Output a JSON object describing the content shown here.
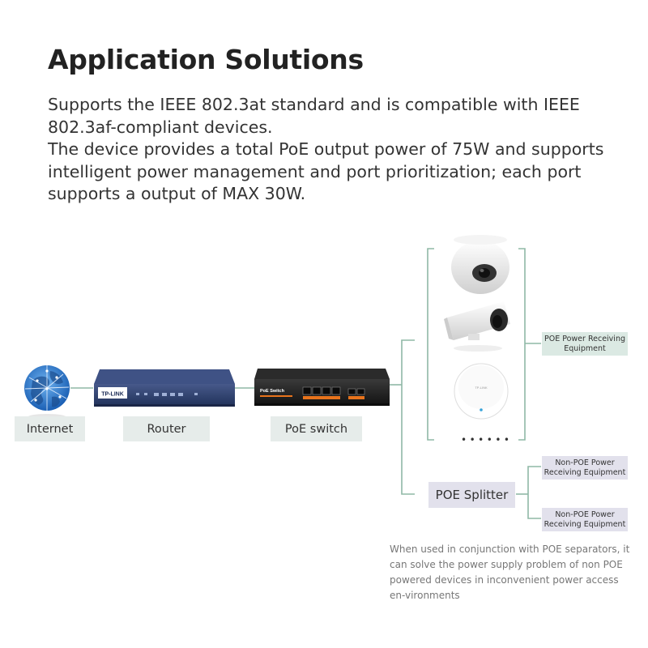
{
  "title": "Application Solutions",
  "description": [
    "Supports the IEEE 802.3at standard and is compatible with IEEE 802.3af-compliant devices.",
    "The device provides a total PoE output power of 75W and supports intelligent power management and port prioritization; each port supports a output of MAX 30W."
  ],
  "nodes": {
    "internet": "Internet",
    "router": "Router",
    "poe_switch": "PoE switch",
    "poe_splitter": "POE Splitter",
    "poe_power_receiving": "POE Power Receiving Equipment",
    "non_poe_1": "Non-POE Power Receiving Equipment",
    "non_poe_2": "Non-POE Power Receiving Equipment"
  },
  "device_text": {
    "router_brand": "TP-LINK",
    "switch_label": "PoE Switch",
    "ap_brand": "TP-LINK"
  },
  "dots": "••••••",
  "note": "When used in conjunction with POE separators, it can solve the power supply problem of non POE powered devices in inconvenient power access en-vironments",
  "colors": {
    "line": "#8fb8a6",
    "router_body": "#2c3f6e",
    "switch_body": "#1f1f1f",
    "accent_orange": "#e8731c"
  }
}
